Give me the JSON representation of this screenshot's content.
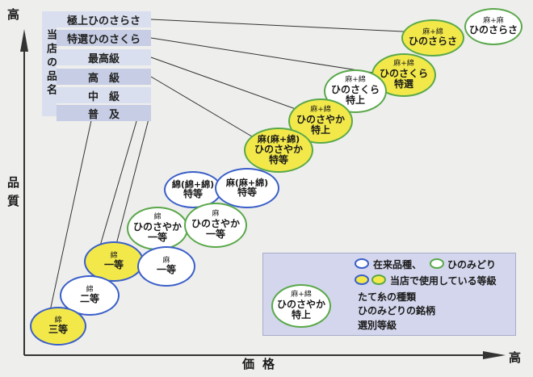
{
  "axis": {
    "y_top": "高",
    "y_label": "品質",
    "x_right": "高",
    "x_label": "価格"
  },
  "product_header": "当店の品名",
  "products": [
    "極上ひのさらさ",
    "特選ひのさくら",
    "最高級",
    "高　級",
    "中　級",
    "普　及"
  ],
  "ellipses": [
    {
      "t1": "麻+麻",
      "t2": "ひのさらさ",
      "t3": ""
    },
    {
      "t1": "麻+綿",
      "t2": "ひのさらさ",
      "t3": ""
    },
    {
      "t1": "麻+綿",
      "t2": "ひのさくら",
      "t3": "特選"
    },
    {
      "t1": "麻+綿",
      "t2": "ひのさくら",
      "t3": "特上"
    },
    {
      "t1": "麻+綿",
      "t2": "ひのさやか",
      "t3": "特上"
    },
    {
      "t1": "",
      "t2": "麻(麻+綿)",
      "t3": "ひのさやか\n特等"
    },
    {
      "t1": "",
      "t2": "綿(綿+綿)",
      "t3": "特等"
    },
    {
      "t1": "",
      "t2": "麻(麻+綿)",
      "t3": "特等"
    },
    {
      "t1": "綿",
      "t2": "ひのさやか",
      "t3": "一等"
    },
    {
      "t1": "麻",
      "t2": "ひのさやか",
      "t3": "一等"
    },
    {
      "t1": "綿",
      "t2": "一等",
      "t3": ""
    },
    {
      "t1": "麻",
      "t2": "一等",
      "t3": ""
    },
    {
      "t1": "綿",
      "t2": "二等",
      "t3": ""
    },
    {
      "t1": "綿",
      "t2": "三等",
      "t3": ""
    }
  ],
  "legend": {
    "line1": "在来品種、",
    "line1b": "ひのみどり",
    "line2": "当店で使用している等級",
    "sample_t1": "麻+綿",
    "sample_t2": "ひのさやか",
    "sample_t3": "特上",
    "note1": "たて糸の種類",
    "note2": "ひのみどりの銘柄",
    "note3": "選別等級"
  },
  "colors": {
    "yellow": "#f2e84a",
    "blue_border": "#3a5fc8",
    "green_border": "#5aa84a"
  }
}
